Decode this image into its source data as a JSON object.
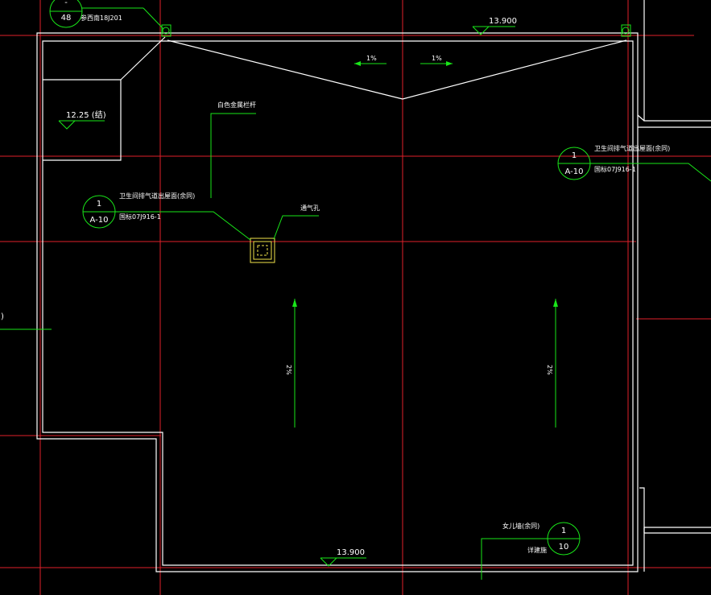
{
  "colors": {
    "background": "#000000",
    "grid": "#e0202a",
    "wall": "#ffffff",
    "leader": "#19e619",
    "vent": "#f2e34a"
  },
  "annotations": {
    "top_ref": {
      "top": "-",
      "bottom": "48",
      "note": "参西南18J201"
    },
    "elev_top": "13.900",
    "elev_bottom": "13.900",
    "elev_room": "12.25 (结)",
    "slope_left": "1%",
    "slope_right": "1%",
    "slope_mid": "2%",
    "slope_right_mid": "2%",
    "railing": "白色金属栏杆",
    "vent_hole": "通气孔",
    "detail_left": {
      "top": "1",
      "bottom": "A-10",
      "line1": "卫生间排气道出屋面(余同)",
      "line2": "国标07J916-1"
    },
    "detail_right": {
      "top": "1",
      "bottom": "A-10",
      "line1": "卫生间排气道出屋面(余同)",
      "line2": "国标07J916-1"
    },
    "detail_bottom": {
      "top": "1",
      "bottom": "10",
      "line1": "女儿墙(余同)",
      "line2": "详建施"
    },
    "edge_fragment": ")"
  }
}
